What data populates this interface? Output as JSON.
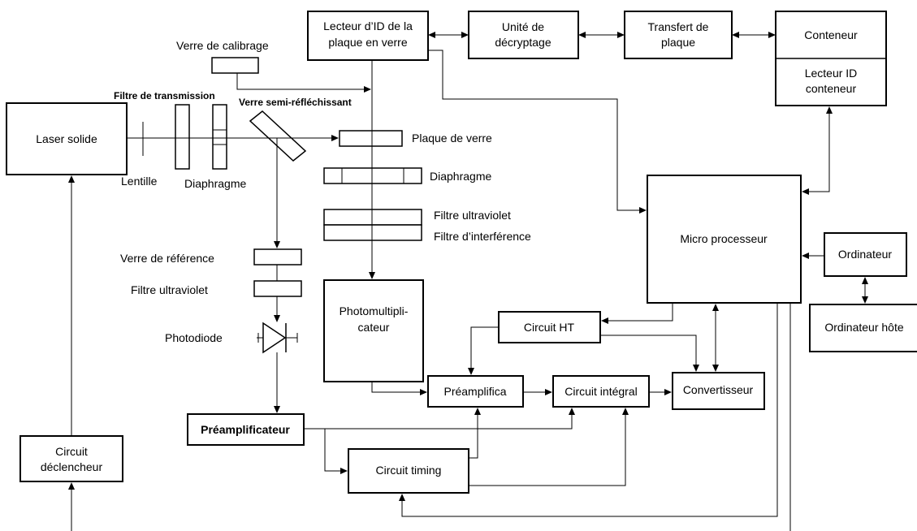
{
  "boxes": {
    "laser": "Laser solide",
    "id_reader_1": "Lecteur d’ID de la",
    "id_reader_2": "plaque en verre",
    "decrypt_1": "Unité de",
    "decrypt_2": "décryptage",
    "transfer_1": "Transfert de",
    "transfer_2": "plaque",
    "container": "Conteneur",
    "container_reader_1": "Lecteur ID",
    "container_reader_2": "conteneur",
    "microprocessor": "Micro processeur",
    "computer": "Ordinateur",
    "host_computer": "Ordinateur hôte",
    "photomultiplier_1": "Photomultipli-",
    "photomultiplier_2": "cateur",
    "ht_circuit": "Circuit HT",
    "preamp_main": "Préamplifica",
    "integral_circuit": "Circuit intégral",
    "converter": "Convertisseur",
    "preamp_side": "Préamplificateur",
    "timing_circuit": "Circuit timing",
    "trigger_1": "Circuit",
    "trigger_2": "déclencheur"
  },
  "labels": {
    "calibration_glass": "Verre de calibrage",
    "transmission_filter": "Filtre de transmission",
    "semi_reflective": "Verre semi-réfléchissant",
    "lens": "Lentille",
    "diaphragm_left": "Diaphragme",
    "glass_plate": "Plaque de verre",
    "diaphragm_right": "Diaphragme",
    "uv_filter_right": "Filtre ultraviolet",
    "interference_filter": "Filtre d’interférence",
    "reference_glass": "Verre de référence",
    "uv_filter_left": "Filtre ultraviolet",
    "photodiode": "Photodiode"
  }
}
